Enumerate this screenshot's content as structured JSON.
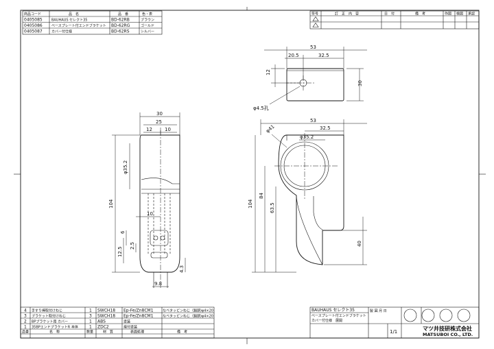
{
  "product_table": {
    "headers": [
      "商品コード",
      "品　名",
      "品　番",
      "色・表"
    ],
    "rows": [
      {
        "code": "0405085",
        "name": "BAUHAUS  セレクト35",
        "part": "BD-62RB",
        "color": "ブラウン"
      },
      {
        "code": "0405086",
        "name": "ベースプレート付エンドブラケット",
        "part": "BD-62RG",
        "color": "ゴールド"
      },
      {
        "code": "0405087",
        "name": "カバー付仕様",
        "part": "BD-62RS",
        "color": "シルバー"
      }
    ]
  },
  "revision_table": {
    "headers": [
      "符号",
      "訂　正　内　容",
      "日　付",
      "備　考",
      "作図",
      "検図",
      "承認"
    ]
  },
  "parts_table": {
    "rows": [
      {
        "no": "4",
        "name": "手すり棒取付けねじ",
        "qty": "1",
        "material": "SWCH18",
        "finish": "Ep-Fe/Zn8CM1",
        "note": "なべタッピンねじ（鍋頭)φ4×20"
      },
      {
        "no": "3",
        "name": "ブラケット取付けねじ",
        "qty": "3",
        "material": "SWCH18",
        "finish": "Ep-Fe/Zn8CM1",
        "note": "なべタッピンねじ（鍋頭)φ4×20"
      },
      {
        "no": "2",
        "name": "BPブラケット用 カバー",
        "qty": "1",
        "material": "ABS",
        "finish": "塗装",
        "note": ""
      },
      {
        "no": "1",
        "name": "35BPエンドブラケットR 本体",
        "qty": "1",
        "material": "ZDC2",
        "finish": "焼付塗装",
        "note": ""
      }
    ],
    "headers": [
      "品番",
      "名　称",
      "数量",
      "材　質",
      "表面処理",
      "備　考"
    ]
  },
  "title_block": {
    "title_lines": [
      "BAUHAUS  セレクト35",
      "ベースプレート付エンドブラケット",
      "カバー付仕様　展開"
    ],
    "date_label": "製 図 月 日",
    "scale": "1/1",
    "company_jp": "マツ井技研株式会社",
    "company_en": "MATSUBOI CO., LTD."
  },
  "dimensions": {
    "top_view": {
      "width": "53",
      "offset": "20.5",
      "center_to_edge": "32.5",
      "height": "30",
      "hole_offset": "12",
      "hole": "φ4.5孔"
    },
    "front_view": {
      "width": "30",
      "inner": "25",
      "left_part": "12",
      "right_part": "10",
      "diameter": "φ35.2",
      "height": "104",
      "slot_width": "10",
      "dim_6": "6",
      "dim_12_5": "12.5",
      "dim_2_5": "2.5",
      "dim_9_8": "9.8",
      "dim_4_3": "4.3"
    },
    "side_view": {
      "width": "53",
      "center_offset": "32.5",
      "outer_dia": "φ41",
      "inner_dia": "φ35.2",
      "height": "104",
      "center_height": "84",
      "dim_63_5": "63.5",
      "dim_40": "40"
    }
  }
}
